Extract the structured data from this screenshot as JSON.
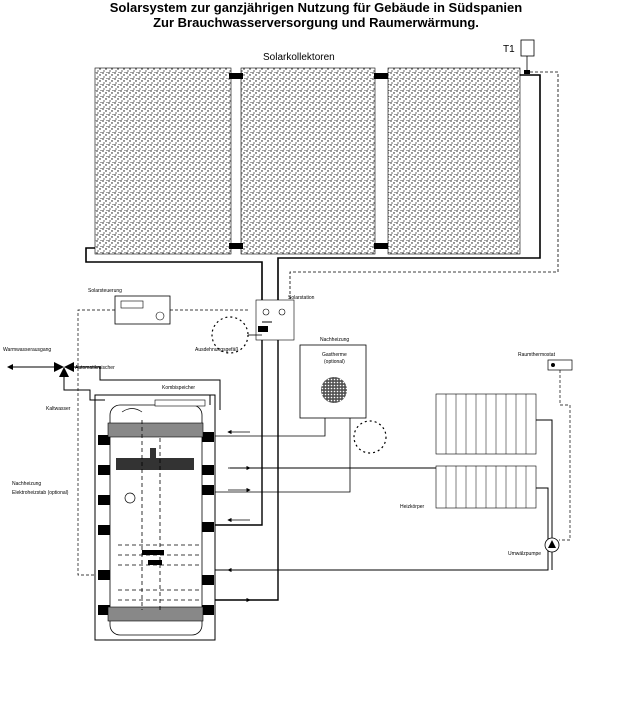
{
  "title": {
    "line1": "Solarsystem zur ganzjährigen Nutzung für Gebäude in Südspanien",
    "line2": "Zur Brauchwasserversorgung und Raumerwärmung."
  },
  "labels": {
    "solarkollektoren": "Solarkollektoren",
    "t1": "T1",
    "solarsteuerung": "Solarsteuerung",
    "solarstation": "Solarstation",
    "ausdehnungsgefaess": "Ausdehnungsgefäß",
    "warmwasserausgang": "Warmwasserausgang",
    "automatikmischer": "Automatikmischer",
    "kaltwasser": "Kaltwasser",
    "kombispeicher": "Kombispeicher",
    "nachheizung_top": "Nachheizung",
    "gastherme": "Gastherme",
    "gastherme_optional": "(optional)",
    "nachheizung_left": "Nachheizung",
    "elektroheizstab": "Elektroheizstab (optional)",
    "heizkoerper": "Heizkörper",
    "raumthermostat": "Raumthermostat",
    "umwaelzpumpe": "Umwälzpumpe"
  }
}
